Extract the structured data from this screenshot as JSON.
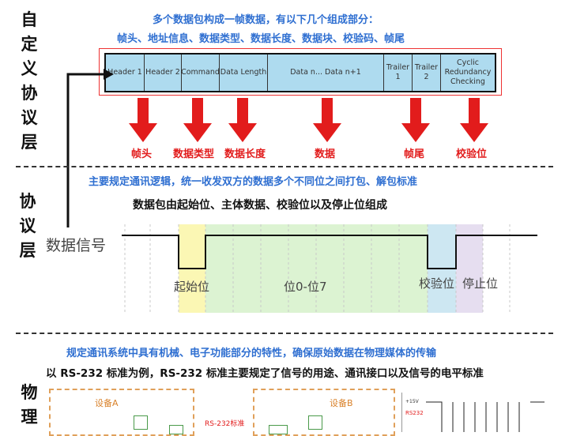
{
  "left_titles": {
    "custom_protocol": [
      "自",
      "定",
      "义",
      "协",
      "议",
      "层"
    ],
    "protocol": [
      "协",
      "议",
      "层"
    ],
    "physical": [
      "物",
      "理"
    ]
  },
  "section1": {
    "line1": "多个数据包构成一帧数据，有以下几个组成部分：",
    "line2": "帧头、地址信息、数据类型、数据长度、数据块、校验码、帧尾",
    "frame_cells": [
      "Header 1",
      "Header 2",
      "Command",
      "Data Length",
      "Data n... Data n+1",
      "Trailer 1",
      "Trailer 2",
      "Cyclic Redundancy Checking"
    ],
    "arrow_labels": [
      "帧头",
      "数据类型",
      "数据长度",
      "数据",
      "帧尾",
      "校验位"
    ],
    "colors": {
      "frame_fill": "#aedbef",
      "outline": "#e33333",
      "arrow": "#e21c1c"
    }
  },
  "section2": {
    "line1": "主要规定通讯逻辑，统一收发双方的数据多个不同位之间打包、解包标准",
    "line2": "数据包由起始位、主体数据、校验位以及停止位组成",
    "signal_label": "数据信号",
    "start_bit": "起始位",
    "data_bits": "位0-位7",
    "check_bit": "校验位",
    "stop_bit": "停止位",
    "colors": {
      "start": "#fbf7b4",
      "data": "#dcf3d2",
      "check": "#cde7f2",
      "stop": "#e6def0"
    }
  },
  "section3": {
    "line1": "规定通讯系统中具有机械、电子功能部分的特性，确保原始数据在物理媒体的传输",
    "line2": "以 RS-232 标准为例，RS-232 标准主要规定了信号的用途、通讯接口以及信号的电平标准",
    "device_a": "设备A",
    "device_b": "设备B",
    "rs232_std": "RS-232标准",
    "scope_plus": "+15V",
    "scope_rs232": "RS232"
  }
}
